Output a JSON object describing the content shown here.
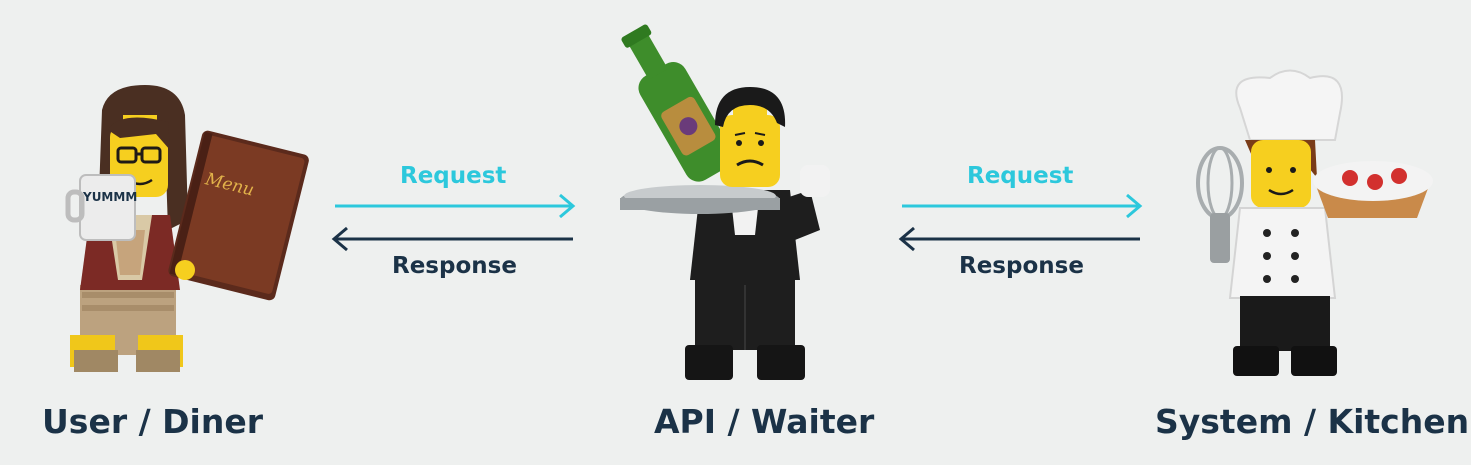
{
  "colors": {
    "background": "#eef0ef",
    "request_arrow": "#2cc8dc",
    "response_arrow": "#1b3247",
    "caption_text": "#1b3247"
  },
  "diner": {
    "caption": "User / Diner",
    "mug_text": "YUMMM",
    "menu_text": "Menu"
  },
  "waiter": {
    "caption": "API / Waiter"
  },
  "chef": {
    "caption": "System / Kitchen"
  },
  "link_left": {
    "request_label": "Request",
    "response_label": "Response"
  },
  "link_right": {
    "request_label": "Request",
    "response_label": "Response"
  }
}
